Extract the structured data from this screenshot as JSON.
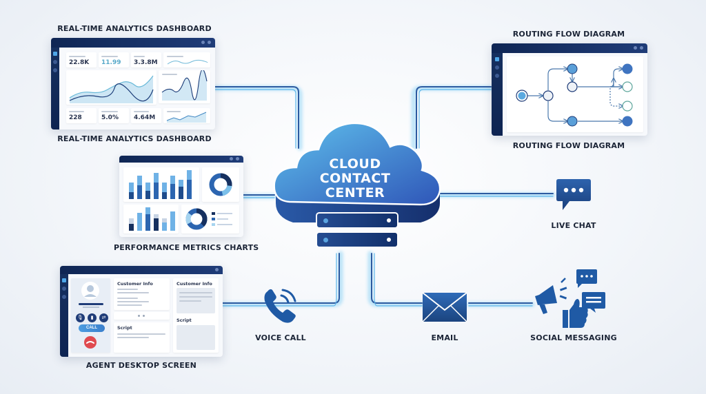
{
  "center": {
    "title_lines": [
      "CLOUD",
      "CONTACT",
      "CENTER"
    ]
  },
  "panels": {
    "analytics": {
      "label_top": "REAL-TIME ANALYTICS DASHBOARD",
      "label_bottom": "REAL-TIME ANALYTICS DASHBOARD",
      "stats_top": [
        "22.8K",
        "11.99",
        "3.3.8M"
      ],
      "stats_bottom": [
        "228",
        "5.0%",
        "4.64M"
      ]
    },
    "routing": {
      "label_top": "ROUTING FLOW DIAGRAM",
      "label_bottom": "ROUTING FLOW DIAGRAM"
    },
    "performance": {
      "label": "PERFORMANCE METRICS CHARTS"
    },
    "agent": {
      "label": "AGENT DESKTOP SCREEN",
      "customer_info_1": "Customer Info",
      "customer_info_2": "Customer Info",
      "script_1": "Script",
      "script_2": "Script",
      "call_button": "CALL"
    }
  },
  "channels": [
    {
      "id": "live-chat",
      "label": "LIVE CHAT",
      "icon": "chat-bubble-icon"
    },
    {
      "id": "voice-call",
      "label": "VOICE CALL",
      "icon": "phone-icon"
    },
    {
      "id": "email",
      "label": "EMAIL",
      "icon": "envelope-icon"
    },
    {
      "id": "social",
      "label": "SOCIAL MESSAGING",
      "icon": "megaphone-icon"
    }
  ],
  "colors": {
    "navy": "#1b3c78",
    "accent_blue": "#3a7fcc",
    "glow": "#7fc8f0",
    "cloud_light": "#5bb5e8",
    "cloud_dark": "#2f5fb8"
  }
}
